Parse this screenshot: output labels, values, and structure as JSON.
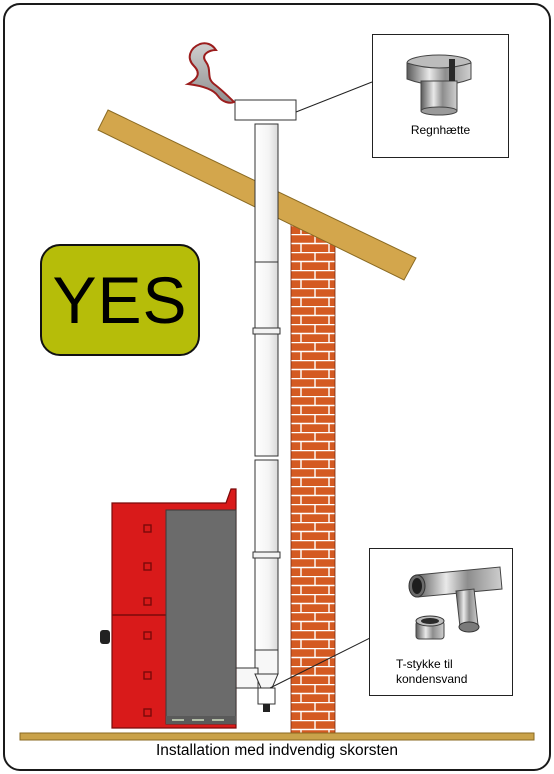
{
  "badge": {
    "text": "YES",
    "color": "#b6bd09"
  },
  "callouts": {
    "rain_cap": {
      "label": "Regnhætte",
      "icon": "rain-cap-icon"
    },
    "t_piece": {
      "label_line1": "T-stykke til",
      "label_line2": "kondensvand",
      "icon": "t-piece-icon"
    }
  },
  "caption": "Installation med indvendig skorsten",
  "colors": {
    "roof": "#d3a64c",
    "brick": "#d45a22",
    "mortar": "#ffffff",
    "stove_red": "#d91a1a",
    "stove_grey": "#6b6b6b",
    "floor": "#c9a24a",
    "smoke": "#a0a0a0",
    "smoke_outline": "#9b1d1d"
  }
}
